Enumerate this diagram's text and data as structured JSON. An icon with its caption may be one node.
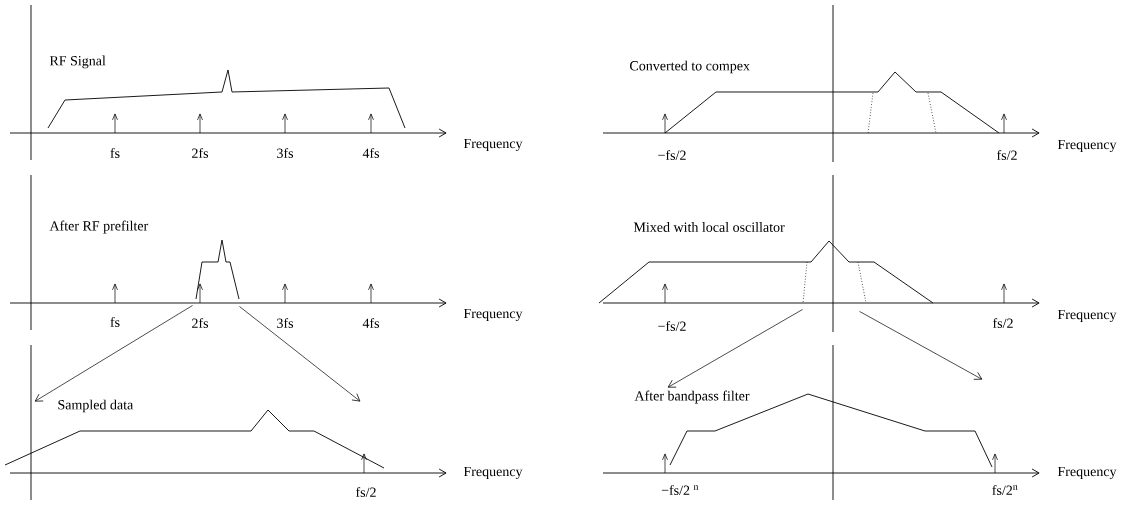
{
  "diagram": {
    "nodes": [
      {
        "text": [],
        "shape": "picture"
      },
      {
        "text": [],
        "shape": "picture"
      },
      {
        "text": [],
        "shape": "picture"
      },
      {
        "text": [],
        "shape": "picture"
      }
    ],
    "edges": [
      {
        "from": 0,
        "to": 2,
        "arrow": "to"
      },
      {
        "from": 0,
        "to": 2,
        "arrow": "to"
      },
      {
        "from": 1,
        "to": 3,
        "arrow": "to"
      },
      {
        "from": 1,
        "to": 3,
        "arrow": "to"
      }
    ],
    "labels": [
      "RF Signal",
      "fs",
      "2fs",
      "3fs",
      "4fs",
      "Frequency",
      "Converted to compex",
      "−fs/2",
      "fs/2",
      "Frequency",
      "After RF prefilter",
      "fs",
      "2fs",
      "3fs",
      "4fs",
      "Frequency",
      "Mixed with local oscillator",
      "−fs/2",
      "fs/2",
      "Frequency",
      "Sampled data",
      "fs/2",
      "Frequency",
      "After bandpass filter",
      "−fs/2 $^{n}$",
      "fs/2$^{n}$",
      "Frequency"
    ]
  }
}
